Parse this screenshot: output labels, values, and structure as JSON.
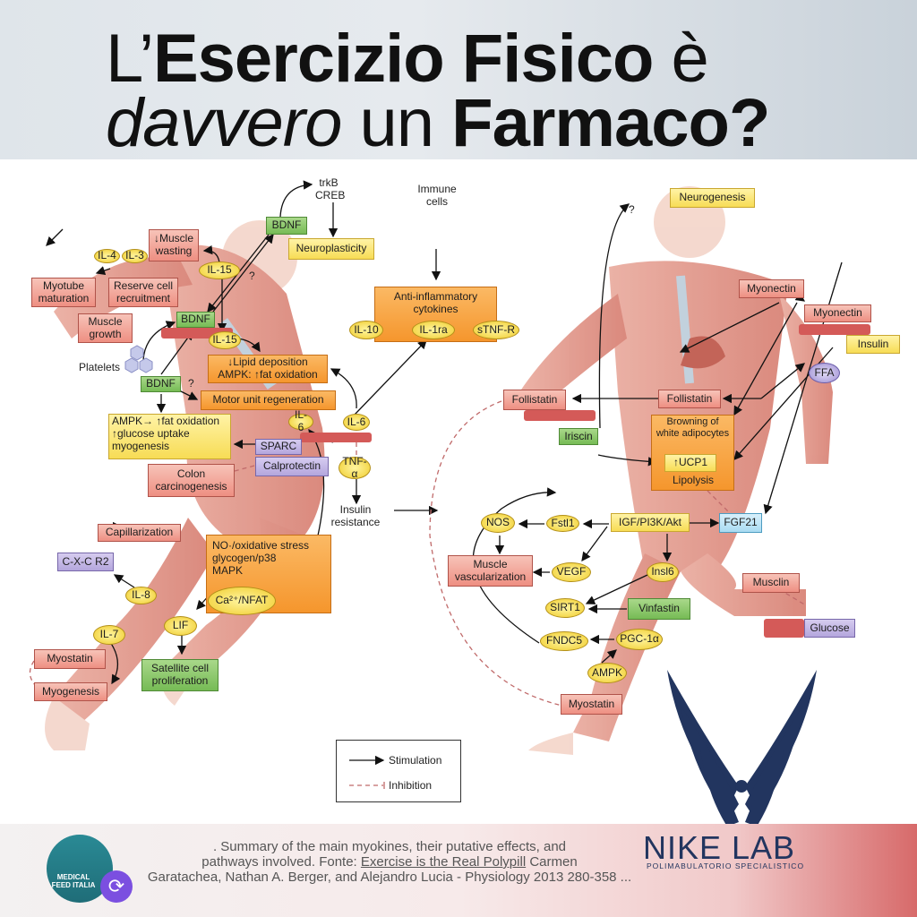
{
  "header": {
    "line1": {
      "pre": "L’",
      "bold": "Esercizio Fisico",
      "post": " è"
    },
    "line2": {
      "italic": "davvero",
      "mid": " un ",
      "bold": "Farmaco?"
    }
  },
  "left_figure": {
    "trkb_creb": [
      "trkB",
      "CREB"
    ],
    "bdnf_top": "BDNF",
    "neuroplasticity": "Neuroplasticity",
    "muscle_wasting": "↓Muscle wasting",
    "il4": "IL-4",
    "il3": "IL-3",
    "il15_top": "IL-15",
    "question1": "?",
    "myotube_maturation": "Myotube maturation",
    "reserve_cell_recruitment": "Reserve cell recruitment",
    "muscle_growth": "Muscle growth",
    "bdnf_mid": "BDNF",
    "il15_mid": "IL-15",
    "platelets": "Platelets",
    "lipid_deposition": "↓Lipid deposition",
    "ampk_fat_oxidation": "AMPK: ↑fat oxidation",
    "bdnf_low": "BDNF",
    "question2": "?",
    "motor_unit_regeneration": "Motor unit regeneration",
    "il6_a": "IL-6",
    "il6_b": "IL-6",
    "ampk_box": [
      "AMPK→ ↑fat oxidation",
      "↑glucose uptake",
      "myogenesis"
    ],
    "sparc": "SPARC",
    "calprotectin": "Calprotectin",
    "colon_carcinogenesis": "Colon carcinogenesis",
    "tnf_alpha": "TNF-α",
    "insulin_resistance": "Insulin resistance",
    "immune_cells": "Immune cells",
    "anti_inflammatory": "Anti-inflammatory cytokines",
    "il10": "IL-10",
    "il1ra": "IL-1ra",
    "stnfr": "sTNF-R",
    "capillarization": "Capillarization",
    "cxcr2": "C-X-C R2",
    "il8": "IL-8",
    "no_box": [
      "NO·/oxidative stress",
      "glycogen/p38",
      "MAPK"
    ],
    "ca_nfat": "Ca²⁺/NFAT",
    "lif": "LIF",
    "il7": "IL-7",
    "myostatin": "Myostatin",
    "myogenesis": "Myogenesis",
    "satellite_cell": "Satellite cell proliferation"
  },
  "right_figure": {
    "question": "?",
    "neurogenesis": "Neurogenesis",
    "myonectin_a": "Myonectin",
    "myonectin_b": "Myonectin",
    "insulin": "Insulin",
    "ffa": "FFA",
    "follistatin_a": "Follistatin",
    "follistatin_b": "Follistatin",
    "iriscin": "Iriscin",
    "browning": "Browning of white adipocytes",
    "ucp1": "↑UCP1",
    "lipolysis": "Lipolysis",
    "fgf21": "FGF21",
    "igf": "IGF/PI3K/Akt",
    "fstl1": "Fstl1",
    "nos": "NOS",
    "muscle_vascularization": "Muscle vascularization",
    "vegf": "VEGF",
    "insl6": "Insl6",
    "musclin": "Musclin",
    "sirt1": "SIRT1",
    "vinfastin": "Vinfastin",
    "glucose": "Glucose",
    "fndc5": "FNDC5",
    "pgc1a": "PGC-1α",
    "ampk": "AMPK",
    "myostatin": "Myostatin"
  },
  "legend": {
    "stimulation": "Stimulation",
    "inhibition": "Inhibition"
  },
  "footer": {
    "avatar_label": "MEDICAL FEED ITALIA",
    "caption_1": ". Summary of the main myokines, their putative effects, and",
    "caption_2a": "pathways involved. Fonte: ",
    "caption_2_link": "Exercise is the Real Polypill",
    "caption_2b": " Carmen",
    "caption_3": "Garatachea, Nathan A. Berger, and Alejandro Lucia - Physiology 2013 280-358 ...",
    "brand": "NIKE LAB",
    "brand_sub": "POLIMABULATORIO SPECIALISTICO"
  },
  "colors": {
    "logo": "#22355f",
    "muscle": "#e39a8c",
    "sync_button": "#7b4fe0"
  }
}
